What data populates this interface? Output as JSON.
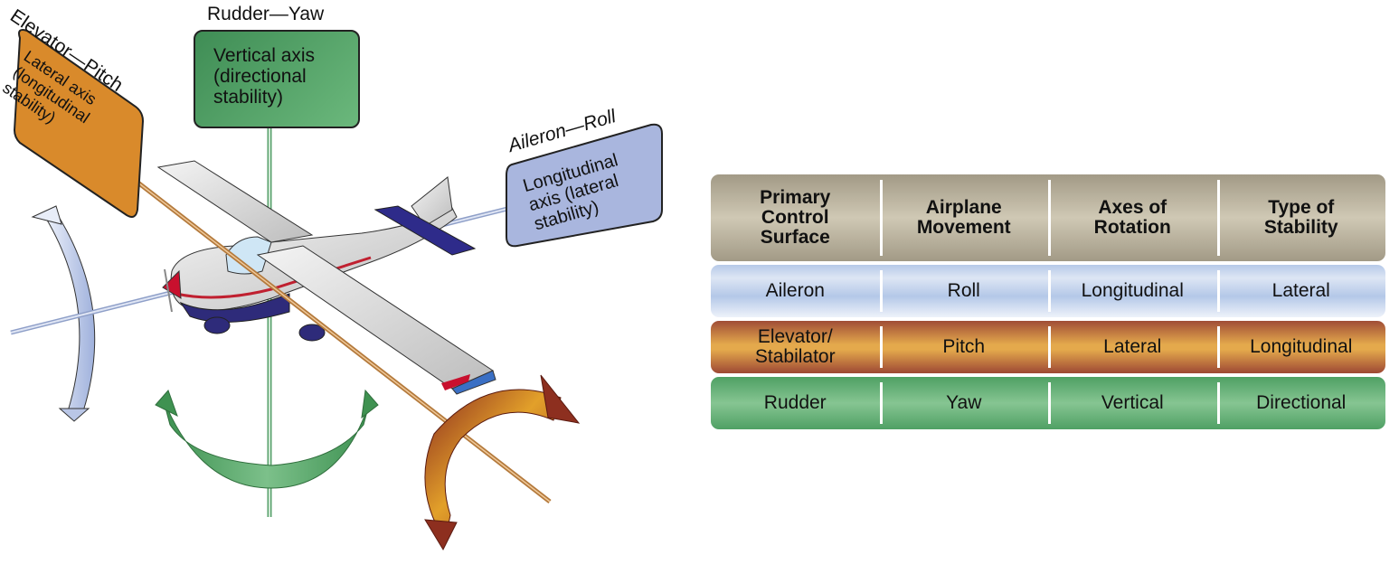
{
  "diagram": {
    "title_pitch": "Elevator—Pitch",
    "title_yaw": "Rudder—Yaw",
    "title_roll": "Aileron—Roll",
    "box_lateral": "Lateral axis\n(longitudinal\nstability)",
    "box_vertical": "Vertical axis\n(directional\nstability)",
    "box_longitudinal": "Longitudinal\naxis (lateral\nstability)",
    "colors": {
      "lateral_axis": "#d98a2b",
      "vertical_axis": "#4f9e63",
      "longitudinal_axis": "#a9b6de"
    }
  },
  "table": {
    "headers": [
      "Primary\nControl\nSurface",
      "Airplane\nMovement",
      "Axes of\nRotation",
      "Type of\nStability"
    ],
    "rows": [
      {
        "id": "aileron",
        "cells": [
          "Aileron",
          "Roll",
          "Longitudinal",
          "Lateral"
        ],
        "color": "#c6d5ee"
      },
      {
        "id": "elevator",
        "cells": [
          "Elevator/\nStabilator",
          "Pitch",
          "Lateral",
          "Longitudinal"
        ],
        "color": "#e4a94c"
      },
      {
        "id": "rudder",
        "cells": [
          "Rudder",
          "Yaw",
          "Vertical",
          "Directional"
        ],
        "color": "#6fb57f"
      }
    ]
  }
}
